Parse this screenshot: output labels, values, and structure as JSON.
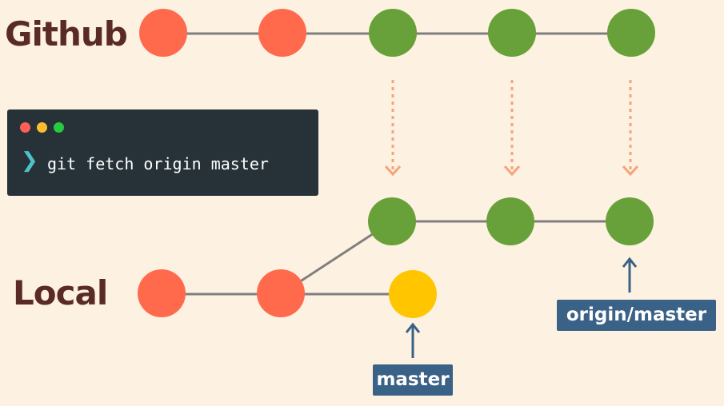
{
  "labels": {
    "github": "Github",
    "local": "Local"
  },
  "terminal": {
    "prompt_symbol": "❯",
    "command": "git fetch origin master"
  },
  "refs": {
    "master": "master",
    "origin_master": "origin/master"
  },
  "colors": {
    "background": "#fdf1e1",
    "commit_red": "#ff6a4d",
    "commit_green": "#68a039",
    "commit_yellow": "#ffc600",
    "edge": "#7f7f7f",
    "fetch_arrow": "#f5a37c",
    "ref_arrow": "#3a6186",
    "ref_label_bg": "#3a6186",
    "label_text": "#5a2a27",
    "terminal_bg": "#263238"
  }
}
